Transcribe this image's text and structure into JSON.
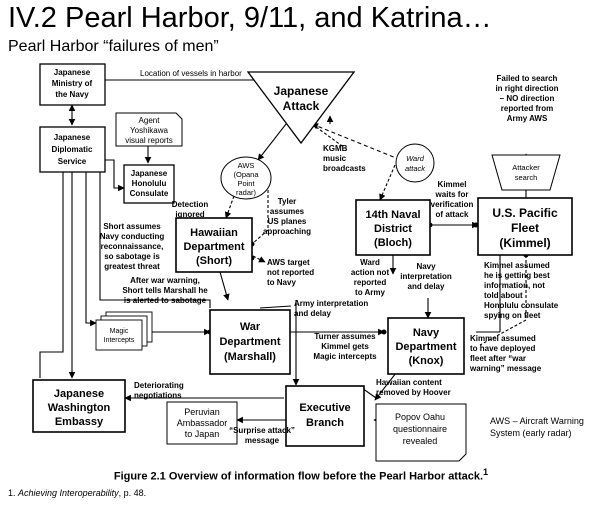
{
  "slide": {
    "title": "IV.2 Pearl Harbor, 9/11, and Katrina…",
    "subtitle": "Pearl Harbor “failures of men”",
    "caption": "Figure 2.1 Overview of information flow before the Pearl Harbor attack.",
    "caption_sup": "1",
    "footnote_num": "1.",
    "footnote_title": "Achieving Interoperability",
    "footnote_page": ", p. 48."
  },
  "nodes": {
    "ministry": [
      "Japanese",
      "Ministry of",
      "the Navy"
    ],
    "diplomatic": [
      "Japanese",
      "Diplomatic",
      "Service"
    ],
    "agent": [
      "Agent",
      "Yoshikawa",
      "visual reports"
    ],
    "consulate": [
      "Japanese",
      "Honolulu",
      "Consulate"
    ],
    "attack": [
      "Japanese",
      "Attack"
    ],
    "aws": [
      "AWS",
      "(Opana",
      "Point",
      "radar)"
    ],
    "ward": [
      "Ward",
      "attack"
    ],
    "naval_district": [
      "14th Naval",
      "District",
      "(Bloch)"
    ],
    "pacific_fleet": [
      "U.S. Pacific",
      "Fleet",
      "(Kimmel)"
    ],
    "attacker_search": [
      "Attacker",
      "search"
    ],
    "hawaiian_dept": [
      "Hawaiian",
      "Department",
      "(Short)"
    ],
    "magic": [
      "Magic",
      "Intercepts"
    ],
    "war_dept": [
      "War",
      "Department",
      "(Marshall)"
    ],
    "navy_dept": [
      "Navy",
      "Department",
      "(Knox)"
    ],
    "embassy": [
      "Japanese",
      "Washington",
      "Embassy"
    ],
    "peruvian": [
      "Peruvian",
      "Ambassador",
      "to Japan"
    ],
    "executive": [
      "Executive",
      "Branch"
    ],
    "popov": [
      "Popov Oahu",
      "questionnaire",
      "revealed"
    ]
  },
  "labels": {
    "vessels": [
      "Location of vessels in harbor"
    ],
    "failed_search": [
      "Failed to search",
      "in right direction",
      "– NO direction",
      "reported from",
      "Army AWS"
    ],
    "kgmb": [
      "KGMB",
      "music",
      "broadcasts"
    ],
    "kimmel_waits": [
      "Kimmel",
      "waits for",
      "verification",
      "of attack"
    ],
    "detection": [
      "Detection",
      "ignored"
    ],
    "tyler": [
      "Tyler",
      "assumes",
      "US planes",
      "approaching"
    ],
    "short_assumes": [
      "Short assumes",
      "Navy conducting",
      "reconnaissance,",
      "so sabotage is",
      "greatest threat"
    ],
    "aws_target": [
      "AWS target",
      "not reported",
      "to Navy"
    ],
    "ward_action": [
      "Ward",
      "action not",
      "reported",
      "to Army"
    ],
    "navy_interp": [
      "Navy",
      "interpretation",
      "and delay"
    ],
    "kimmel_best": [
      "Kimmel assumed",
      "he is getting best",
      "information, not",
      "told about",
      "Honolulu consulate",
      "spying on fleet"
    ],
    "after_warning": [
      "After war warning,",
      "Short tells Marshall he",
      "is alerted to sabotage"
    ],
    "army_interp": [
      "Army interpretation",
      "and delay"
    ],
    "turner": [
      "Turner assumes",
      "Kimmel gets",
      "Magic intercepts"
    ],
    "kimmel_deployed": [
      "Kimmel assumed",
      "to have deployed",
      "fleet after “war",
      "warning” message"
    ],
    "deteriorating": [
      "Deteriorating",
      "negotiations"
    ],
    "hawaiian_content": [
      "Hawaiian content",
      "removed by Hoover"
    ],
    "surprise": [
      "“Surprise attack”",
      "message"
    ],
    "aws_legend": [
      "AWS – Aircraft Warning",
      "System (early radar)"
    ]
  }
}
